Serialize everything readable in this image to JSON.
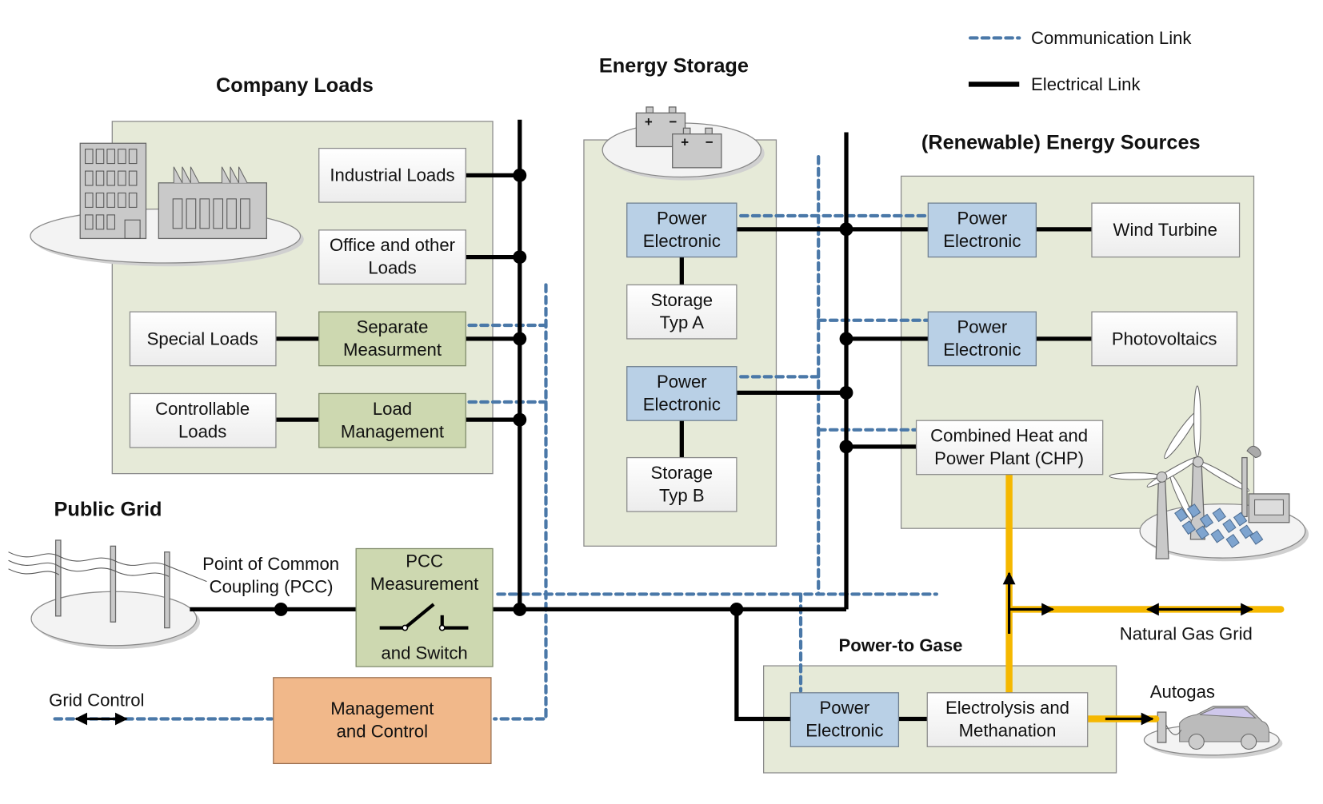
{
  "legend": {
    "communication_link": "Communication Link",
    "electrical_link": "Electrical Link"
  },
  "colors": {
    "communication": "#4a78a8",
    "electrical": "#000000",
    "gas": "#f5b800",
    "group_fill": "#e6ead8",
    "power_electronic": "#b9d0e6",
    "measurement": "#cdd8b0",
    "management": "#f1b88a"
  },
  "sections": {
    "company_loads": "Company Loads",
    "energy_storage": "Energy Storage",
    "renewable_sources": "(Renewable) Energy Sources",
    "public_grid": "Public Grid",
    "power_to_gas": "Power-to Gase"
  },
  "company_loads": {
    "industrial": "Industrial Loads",
    "office_1": "Office and other",
    "office_2": "Loads",
    "special": "Special Loads",
    "separate_1": "Separate",
    "separate_2": "Measurment",
    "controllable_1": "Controllable",
    "controllable_2": "Loads",
    "load_mgmt_1": "Load",
    "load_mgmt_2": "Management"
  },
  "storage": {
    "pe1_1": "Power",
    "pe1_2": "Electronic",
    "typA_1": "Storage",
    "typA_2": "Typ A",
    "pe2_1": "Power",
    "pe2_2": "Electronic",
    "typB_1": "Storage",
    "typB_2": "Typ B"
  },
  "renewables": {
    "pe_wind_1": "Power",
    "pe_wind_2": "Electronic",
    "wind": "Wind Turbine",
    "pe_pv_1": "Power",
    "pe_pv_2": "Electronic",
    "pv": "Photovoltaics",
    "chp_1": "Combined Heat and",
    "chp_2": "Power Plant (CHP)"
  },
  "grid": {
    "pcc_label_1": "Point of Common",
    "pcc_label_2": "Coupling (PCC)",
    "pcc_box_1": "PCC",
    "pcc_box_2": "Measurement",
    "pcc_box_3": "and Switch",
    "grid_control": "Grid Control",
    "mgmt_1": "Management",
    "mgmt_2": "and Control"
  },
  "p2g": {
    "pe_1": "Power",
    "pe_2": "Electronic",
    "electrolysis_1": "Electrolysis and",
    "electrolysis_2": "Methanation",
    "natural_gas_grid": "Natural Gas Grid",
    "autogas": "Autogas"
  }
}
